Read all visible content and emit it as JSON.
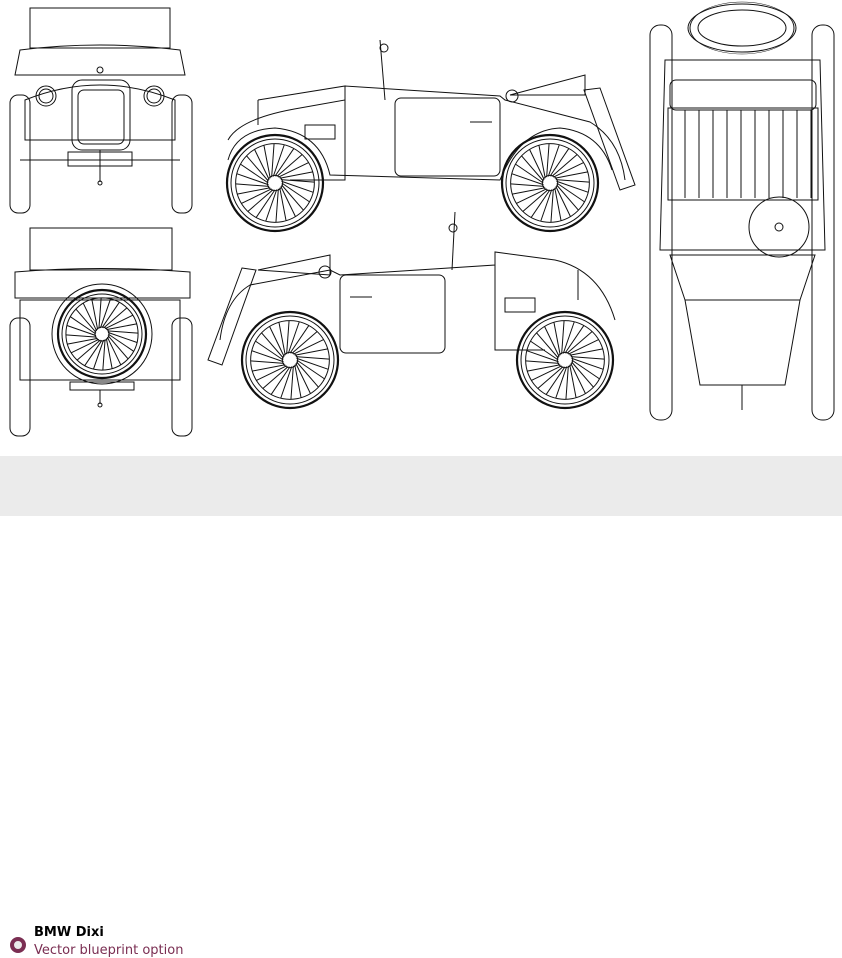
{
  "caption": {
    "title": "BMW Dixi",
    "subtitle": "Vector blueprint option",
    "accent_color": "#7a2e52",
    "bullet_icon": "ring-bullet-icon"
  },
  "blueprint": {
    "views": [
      "front",
      "rear",
      "side-right",
      "side-left",
      "top"
    ]
  }
}
